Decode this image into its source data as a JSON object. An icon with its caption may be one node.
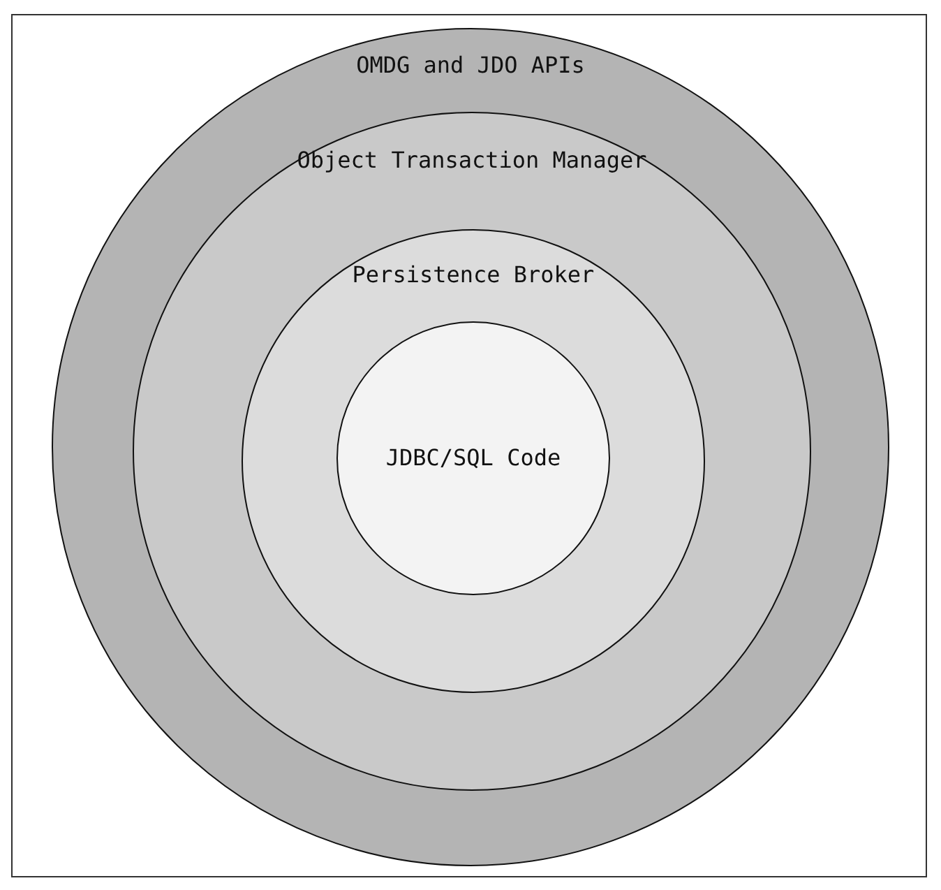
{
  "diagram": {
    "nodes": [
      {
        "text": [
          "OMDG and JDO APIs"
        ]
      },
      {
        "text": [
          "Object Transaction Manager"
        ],
        "in": 0
      },
      {
        "text": [
          "Persistence Broker"
        ],
        "in": 1
      },
      {
        "text": [
          "JDBC/SQL Code"
        ],
        "in": 2
      }
    ]
  }
}
